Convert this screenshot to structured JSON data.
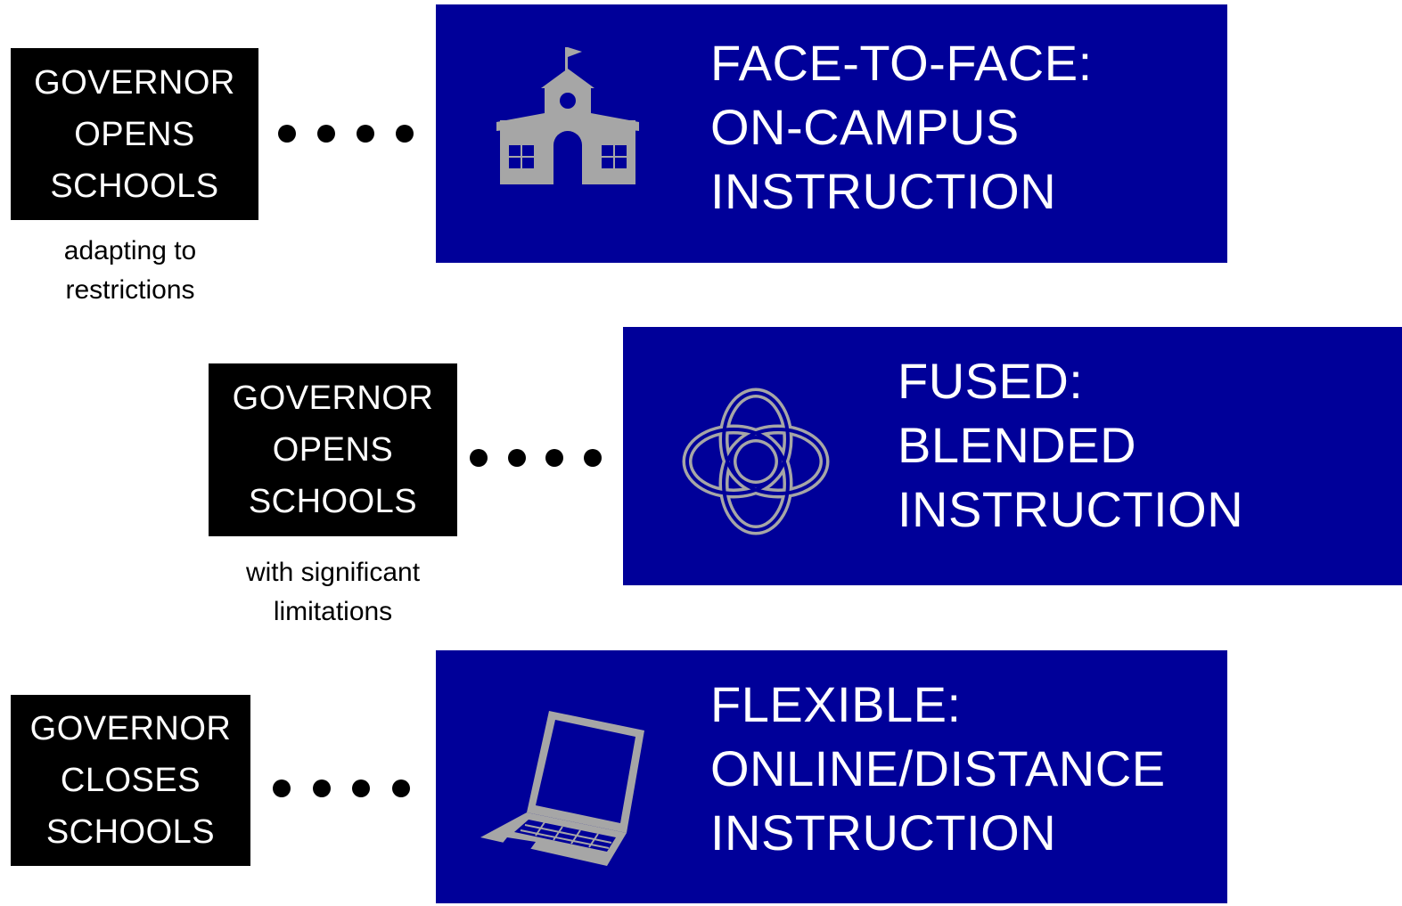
{
  "rows": [
    {
      "governor": [
        "GOVERNOR",
        "OPENS",
        "SCHOOLS"
      ],
      "caption": [
        "adapting to",
        "restrictions"
      ],
      "mode": [
        "FACE-TO-FACE:",
        "ON-CAMPUS",
        "INSTRUCTION"
      ],
      "icon": "school-building-icon"
    },
    {
      "governor": [
        "GOVERNOR",
        "OPENS",
        "SCHOOLS"
      ],
      "caption": [
        "with significant",
        "limitations"
      ],
      "mode": [
        "FUSED:",
        "BLENDED",
        "INSTRUCTION"
      ],
      "icon": "knot-icon"
    },
    {
      "governor": [
        "GOVERNOR",
        "CLOSES",
        "SCHOOLS"
      ],
      "caption": [],
      "mode": [
        "FLEXIBLE:",
        "ONLINE/DISTANCE",
        "INSTRUCTION"
      ],
      "icon": "laptop-icon"
    }
  ],
  "colors": {
    "mode_box": "#000099",
    "governor_box": "#000000",
    "icon": "#a6a6a6"
  }
}
